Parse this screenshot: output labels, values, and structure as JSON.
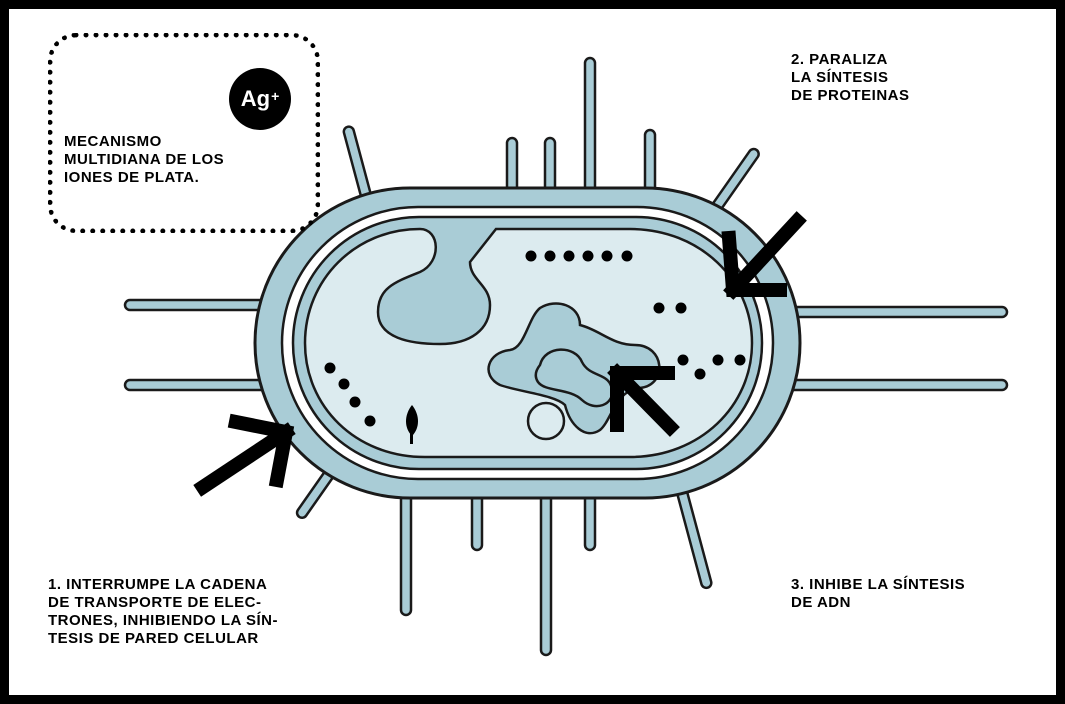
{
  "info_box": {
    "badge_symbol": "Ag",
    "badge_charge": "+",
    "line1": "MECANISMO",
    "line2": "MULTIDIANA DE LOS",
    "line3": "IONES DE PLATA."
  },
  "labels": {
    "label1_line1": "1. INTERRUMPE LA CADENA",
    "label1_line2": "DE TRANSPORTE DE ELEC-",
    "label1_line3": "TRONES, INHIBIENDO LA SÍN-",
    "label1_line4": "TESIS DE PARED CELULAR",
    "label2_line1": "2. PARALIZA",
    "label2_line2": "LA SÍNTESIS",
    "label2_line3": "DE PROTEINAS",
    "label3_line1": "3. INHIBE LA SÍNTESIS",
    "label3_line2": "DE ADN"
  },
  "colors": {
    "cell_fill": "#a9ccd6",
    "cytoplasm_fill": "#dcebef",
    "outline": "#1a1a1a",
    "arrow": "#000000"
  }
}
